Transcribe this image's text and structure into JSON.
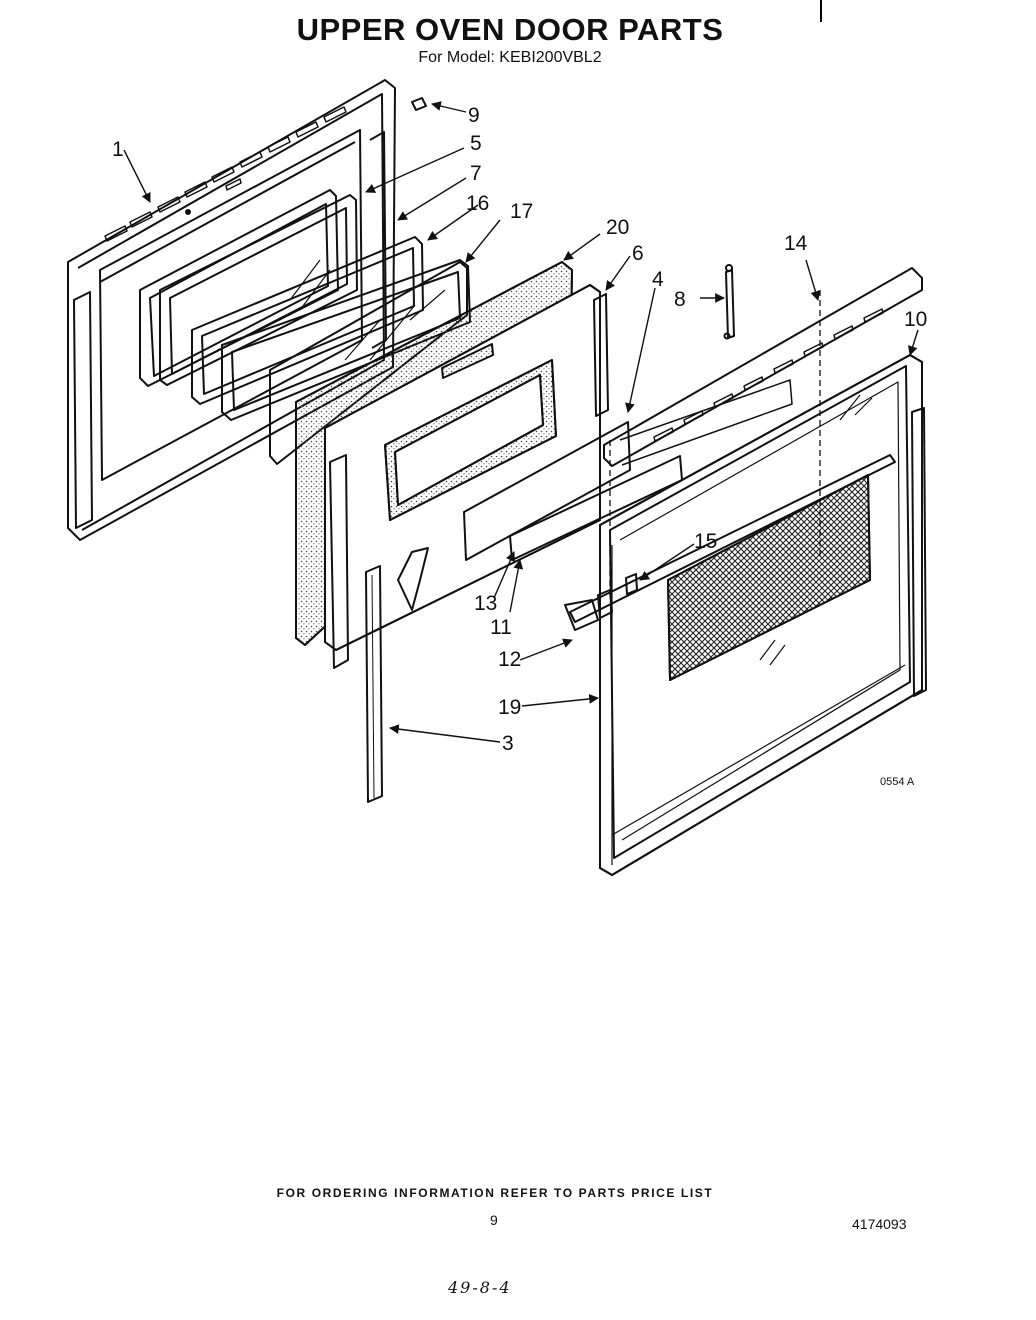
{
  "header": {
    "title": "UPPER OVEN DOOR PARTS",
    "subtitle": "For Model: KEBI200VBL2"
  },
  "diagram": {
    "figure_code": "0554 A",
    "callouts": [
      "1",
      "5",
      "7",
      "16",
      "17",
      "20",
      "6",
      "4",
      "9",
      "8",
      "14",
      "10",
      "15",
      "13",
      "11",
      "12",
      "19",
      "3"
    ]
  },
  "footer": {
    "ordering_note": "FOR ORDERING INFORMATION REFER TO PARTS PRICE LIST",
    "page_number": "9",
    "document_number": "4174093",
    "handwritten_note": "49-8-4"
  }
}
